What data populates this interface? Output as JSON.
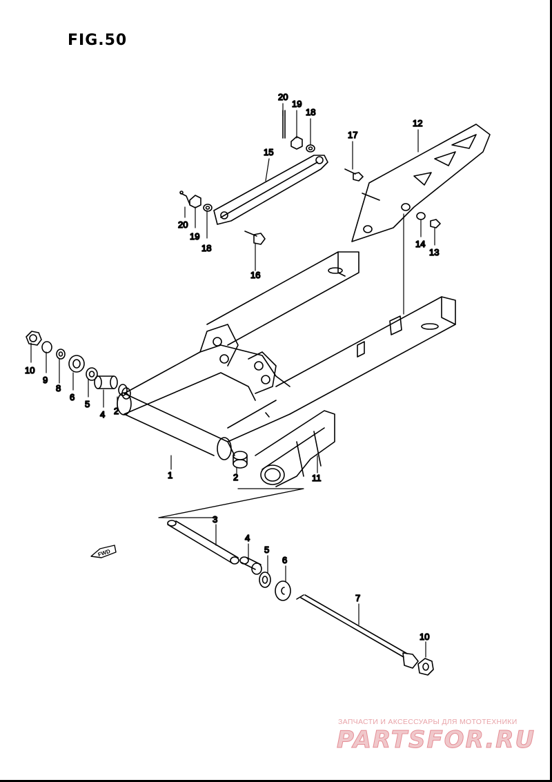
{
  "title": "FIG.50",
  "watermark": {
    "caption": "ЗАПЧАСТИ И АКСЕССУАРЫ ДЛЯ МОТОТЕХНИКИ",
    "logo": "PARTSFOR.RU"
  },
  "callouts": {
    "c20a": "20",
    "c19a": "19",
    "c18a": "18",
    "c17": "17",
    "c12": "12",
    "c15": "15",
    "c20b": "20",
    "c19b": "19",
    "c18b": "18",
    "c16": "16",
    "c14": "14",
    "c13": "13",
    "c10a": "10",
    "c9": "9",
    "c8": "8",
    "c6a": "6",
    "c5a": "5",
    "c4a": "4",
    "c2a": "2",
    "c1": "1",
    "c2b": "2",
    "c11": "11",
    "c3": "3",
    "c4b": "4",
    "c5b": "5",
    "c6b": "6",
    "c7": "7",
    "c10b": "10"
  },
  "fwd_label": "FWD",
  "colors": {
    "line": "#000000",
    "watermark": "#e58e96"
  }
}
